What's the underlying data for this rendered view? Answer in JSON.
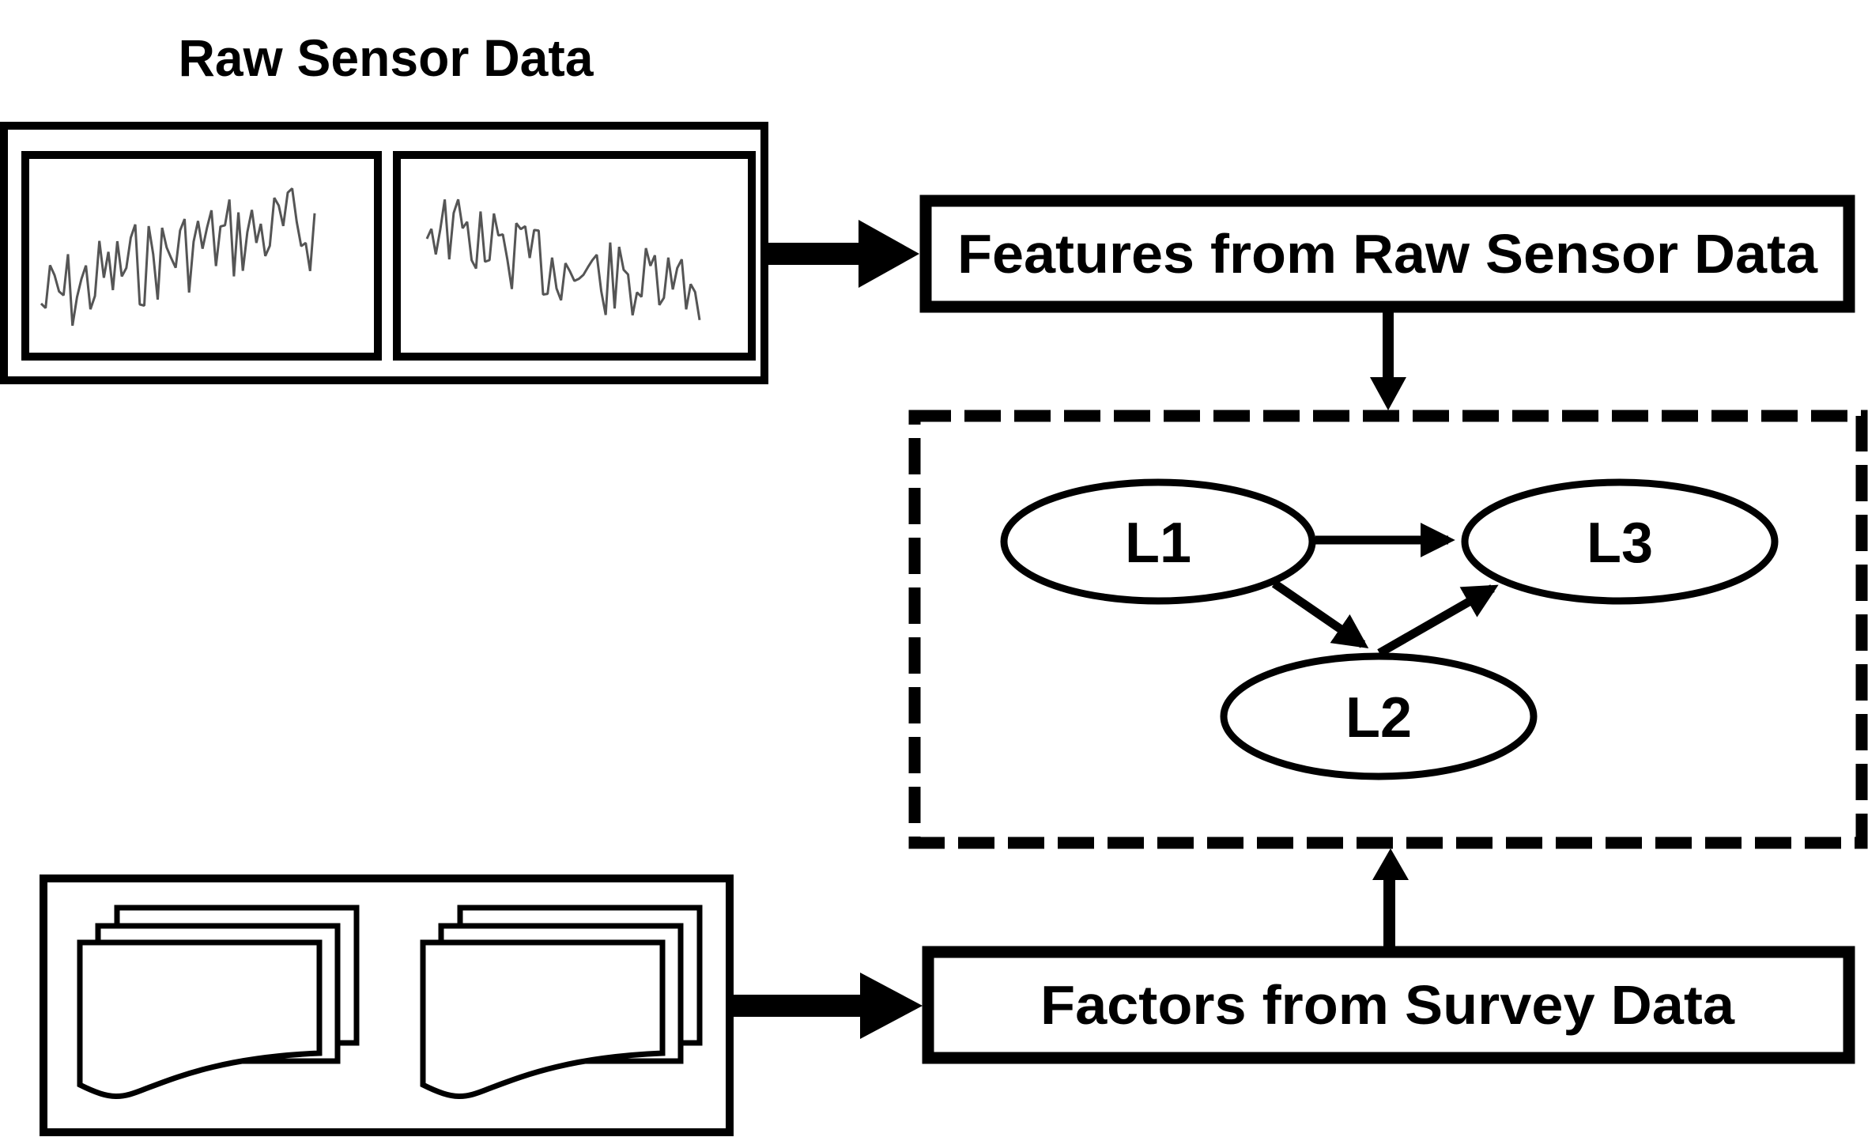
{
  "diagram": {
    "raw_sensor": {
      "title": "Raw Sensor Data",
      "panels": [
        {
          "icon": "waveform-icon",
          "trend": "increasing"
        },
        {
          "icon": "waveform-icon",
          "trend": "decreasing"
        }
      ]
    },
    "survey": {
      "documents": [
        {
          "icon": "document-stack-icon"
        },
        {
          "icon": "document-stack-icon"
        }
      ]
    },
    "features_box": {
      "label": "Features from Raw Sensor Data"
    },
    "factors_box": {
      "label": "Factors from Survey Data"
    },
    "model": {
      "style": "dashed",
      "nodes": [
        {
          "id": "L1",
          "label": "L1"
        },
        {
          "id": "L2",
          "label": "L2"
        },
        {
          "id": "L3",
          "label": "L3"
        }
      ],
      "edges": [
        {
          "from": "L1",
          "to": "L3"
        },
        {
          "from": "L1",
          "to": "L2"
        },
        {
          "from": "L2",
          "to": "L3"
        }
      ]
    },
    "flows": [
      {
        "from": "raw_sensor",
        "to": "features_box"
      },
      {
        "from": "survey",
        "to": "factors_box"
      },
      {
        "from": "features_box",
        "to": "model"
      },
      {
        "from": "factors_box",
        "to": "model"
      }
    ]
  }
}
